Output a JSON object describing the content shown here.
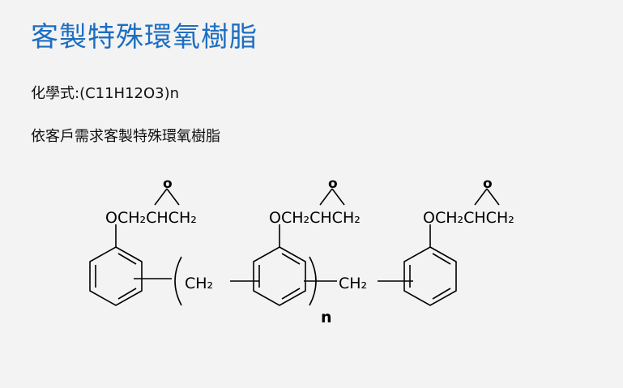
{
  "title": "客製特殊環氧樹脂",
  "formula_line": "化學式:(C11H12O3)n",
  "description": "依客戶需求客製特殊環氧樹脂",
  "structure": {
    "units": [
      {
        "ether_group": "OCH₂CHCH₂",
        "epoxide_oxygen": "o"
      },
      {
        "ether_group": "OCH₂CHCH₂",
        "epoxide_oxygen": "o"
      },
      {
        "ether_group": "OCH₂CHCH₂",
        "epoxide_oxygen": "o"
      }
    ],
    "bridge_1": "CH₂",
    "bridge_2": "CH₂",
    "repeat_subscript": "n"
  }
}
